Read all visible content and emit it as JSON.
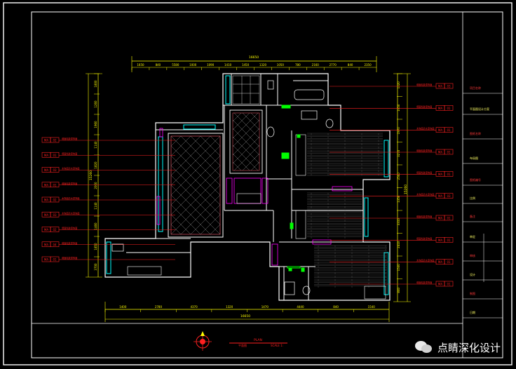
{
  "drawing": {
    "overall_width": "16650",
    "overall_height": "15260",
    "top_dims": [
      "1650",
      "840",
      "5580",
      "1000",
      "1090",
      "1410",
      "1450",
      "1320",
      "1050",
      "780",
      "2160",
      "2770",
      "840",
      "2350"
    ],
    "bottom_dims": [
      "1400",
      "2780",
      "4370",
      "1320",
      "1470",
      "4440",
      "840",
      "1540"
    ],
    "left_dims": [
      "1800",
      "1260",
      "1960",
      "1140",
      "1820",
      "2060",
      "1140",
      "1460",
      "1850",
      "3700"
    ],
    "right_dims": [
      "1020",
      "1950",
      "1970",
      "3270",
      "2540",
      "1350",
      "3310",
      "2410",
      "1530",
      "840"
    ],
    "plan_title": "PLAN",
    "plan_subtitle": "平面图",
    "scale": "SCALE 1:"
  },
  "title_block": {
    "rows": [
      "项目名称",
      "平面图设计方案",
      "图纸名称",
      "布局图",
      "图纸编号",
      "比例",
      "备注",
      "审定",
      "审核",
      "设计",
      "制图",
      "日期"
    ]
  },
  "left_callouts": [
    {
      "code": "MA",
      "num": "02",
      "note": "墙面乳胶漆饰面"
    },
    {
      "code": "MA",
      "num": "01",
      "note": "墙面乳胶漆饰面"
    },
    {
      "code": "MA",
      "num": "03",
      "note": "木饰面清水漆饰面"
    },
    {
      "code": "MA",
      "num": "01",
      "note": "墙面乳胶漆饰面"
    },
    {
      "code": "MA",
      "num": "02",
      "note": "木饰面清水漆饰面"
    },
    {
      "code": "MA",
      "num": "03",
      "note": "木饰面清水漆饰面"
    },
    {
      "code": "MA",
      "num": "02",
      "note": "墙面乳胶漆饰面"
    },
    {
      "code": "MA",
      "num": "04",
      "note": "墙面乳胶漆饰面"
    },
    {
      "code": "MA",
      "num": "01",
      "note": "墙面乳胶漆饰面"
    }
  ],
  "right_callouts": [
    {
      "code": "MA",
      "num": "03",
      "note": "墙面乳胶漆饰面"
    },
    {
      "code": "MA",
      "num": "01",
      "note": "墙面乳胶漆饰面"
    },
    {
      "code": "MA",
      "num": "01",
      "note": "木饰面清水漆饰面"
    },
    {
      "code": "MA",
      "num": "01",
      "note": "墙面乳胶漆饰面"
    },
    {
      "code": "MA",
      "num": "01",
      "note": "墙面乳胶漆饰面"
    },
    {
      "code": "MA",
      "num": "03",
      "note": "木饰面清水漆饰面"
    },
    {
      "code": "MA",
      "num": "01",
      "note": "墙面乳胶漆饰面"
    },
    {
      "code": "MA",
      "num": "01",
      "note": "墙面乳胶漆饰面"
    },
    {
      "code": "MA",
      "num": "01",
      "note": "木饰面清水漆饰面"
    },
    {
      "code": "MA",
      "num": "01",
      "note": "墙面乳胶漆饰面"
    }
  ],
  "watermark": {
    "text": "点睛深化设计",
    "icon": "wechat-icon"
  },
  "colors": {
    "background": "#000000",
    "frame": "#ffffff",
    "dimension": "#ffff00",
    "callout": "#ff2020",
    "wall": "#ffffff",
    "window": "#00ffff",
    "fixture": "#ff00ff",
    "door": "#00ff00"
  }
}
